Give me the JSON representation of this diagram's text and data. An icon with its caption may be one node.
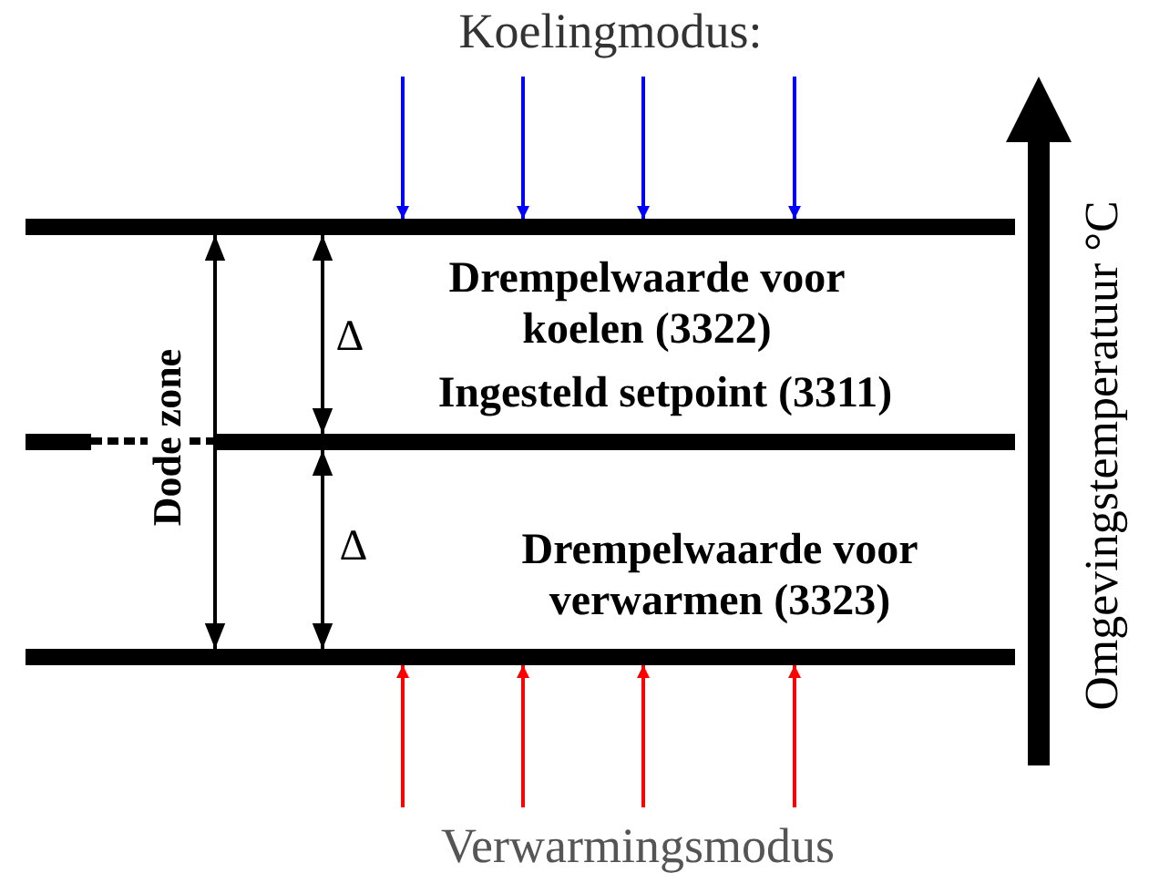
{
  "diagram": {
    "nodes": [
      {
        "text": [],
        "shape": "bar"
      },
      {
        "text": [],
        "shape": "bar"
      },
      {
        "text": [],
        "shape": "bar"
      }
    ],
    "edges": [
      {
        "from": null,
        "to": 0,
        "arrow": "to",
        "color": "#0000ff"
      },
      {
        "from": null,
        "to": 0,
        "arrow": "to",
        "color": "#0000ff"
      },
      {
        "from": null,
        "to": 0,
        "arrow": "to",
        "color": "#0000ff"
      },
      {
        "from": null,
        "to": 0,
        "arrow": "to",
        "color": "#0000ff"
      },
      {
        "from": null,
        "to": 2,
        "arrow": "to",
        "color": "#ff0000"
      },
      {
        "from": null,
        "to": 2,
        "arrow": "to",
        "color": "#ff0000"
      },
      {
        "from": null,
        "to": 2,
        "arrow": "to",
        "color": "#ff0000"
      },
      {
        "from": null,
        "to": 2,
        "arrow": "to",
        "color": "#ff0000"
      },
      {
        "from": 0,
        "to": 2,
        "arrow": "both",
        "label": "Dode zone",
        "color": "#000000"
      },
      {
        "from": 0,
        "to": 1,
        "arrow": "both",
        "label": "Δ",
        "color": "#000000"
      },
      {
        "from": 1,
        "to": 2,
        "arrow": "both",
        "label": "Δ",
        "color": "#000000"
      }
    ],
    "labels": [
      "Koelingmodus:",
      "Drempelwaarde voor koelen (3322)",
      "Ingesteld setpoint (3311)",
      "Drempelwaarde voor verwarmen (3323)",
      "Verwarmingsmodus",
      "Omgevingstemperatuur °C"
    ]
  }
}
